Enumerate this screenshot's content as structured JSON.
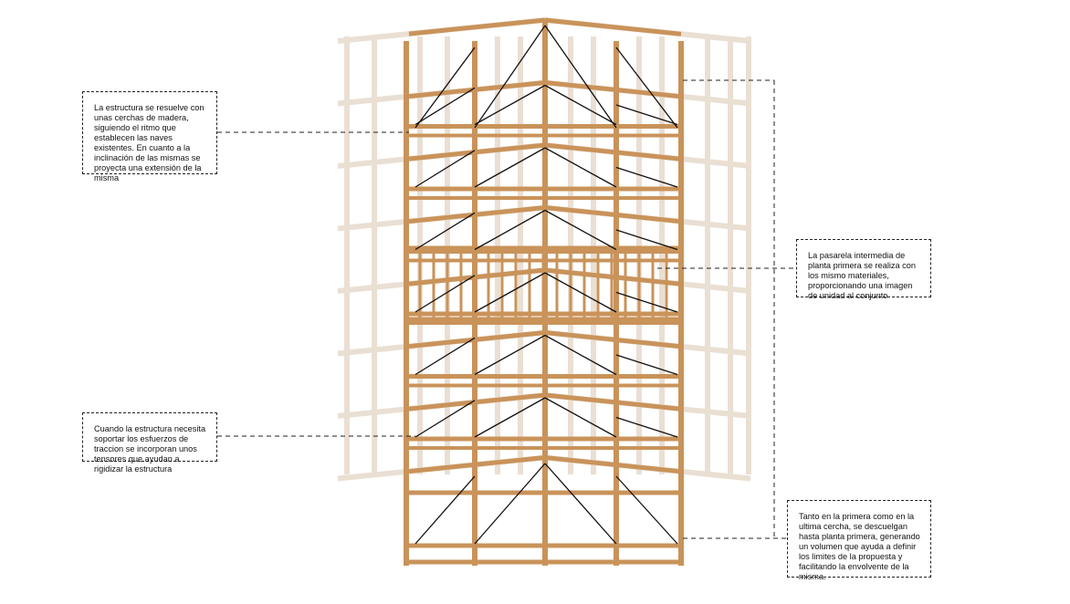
{
  "colors": {
    "timber": "#c9935a",
    "timber_light": "#eadfd3",
    "tensor": "#111111",
    "leader": "#222222"
  },
  "annotations": [
    {
      "id": "trusses",
      "text": "La estructura se resuelve con unas cerchas de madera, siguiendo el ritmo que establecen las naves existentes. En cuanto a la inclinación de las mismas se proyecta una extensión de la misma"
    },
    {
      "id": "tensors",
      "text": "Cuando la estructura necesita soportar los esfuerzos de traccion se incorporan unos tensores que ayudan a rigidizar la estructura"
    },
    {
      "id": "walkway",
      "text": "La pasarela intermedia de planta primera se realiza con los mismo materiales, proporcionando una imagen de unidad al conjunto"
    },
    {
      "id": "end-trusses",
      "text": "Tanto en la primera como en la ultima cercha, se descuelgan hasta planta primera, generando un volumen que ayuda a definir los limites de la propuesta y facilitando la envolvente de la misma."
    }
  ]
}
